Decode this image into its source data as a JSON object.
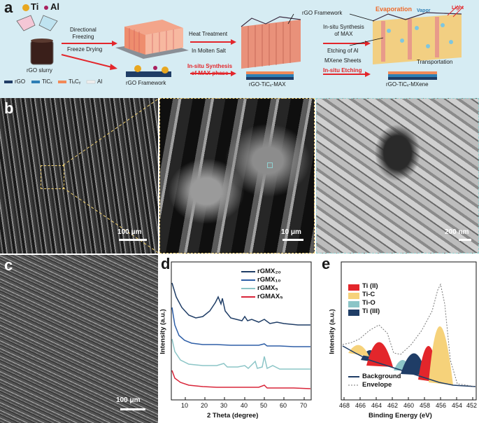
{
  "panels": {
    "a": "a",
    "b": "b",
    "c": "c",
    "d": "d",
    "e": "e"
  },
  "scheme": {
    "ti_label": "Ti",
    "al_label": "Al",
    "slurry_label": "rGO slurry",
    "directional_freezing": "Directional\nFreezing",
    "freeze_drying": "Freeze Drying",
    "rgo_framework_bottom": "rGO Framework",
    "heat_treatment": "Heat Treatment",
    "in_molten_salt": "In Molten Salt",
    "insitu_max_red": "In-situ Synthesis\nof MAX phase",
    "rgo_tic_max": "rGO-TiCₓ-MAX",
    "rgo_framework_callout": "rGO Framework",
    "insitu_max_black": "In-situ Synthesis\nof MAX",
    "etching_al": "Etching of Al",
    "mxene_sheets": "MXene Sheets",
    "insitu_etching": "In-situ Etching",
    "evaporation": "Evaporation",
    "vapor": "Vapor",
    "light": "Light",
    "transportation": "Transportation",
    "rgo_tic_mxene": "rGO-TiCₓ-MXene",
    "legend": [
      "rGO",
      "TiCₓ",
      "TiₓCᵧ",
      "Al"
    ],
    "colors": {
      "bg": "#d6ecf3",
      "arrow_red": "#e3262b",
      "rgo": "#1f3d66",
      "tic": "#2e7fb5",
      "tixcy": "#f28a58",
      "al": "#e6e6e6",
      "ti_ball": "#e8a720",
      "al_ball": "#a8205e"
    }
  },
  "micrographs": {
    "b1_scale": "100 μm",
    "b2_scale": "10 μm",
    "b3_scale": "200 nm",
    "c_scale": "100 μm"
  },
  "xrd": {
    "legend": [
      {
        "name": "rGMX₂₀",
        "color": "#1f3d66"
      },
      {
        "name": "rGMX₁₀",
        "color": "#2f5fa7"
      },
      {
        "name": "rGMX₅",
        "color": "#8cc5c7"
      },
      {
        "name": "rGMAX₅",
        "color": "#d9263a"
      }
    ],
    "xlabel": "2 Theta (degree)",
    "ylabel": "Intensity (a.u.)",
    "xticks": [
      "10",
      "20",
      "30",
      "40",
      "50",
      "60",
      "70"
    ]
  },
  "xps": {
    "legend": [
      {
        "name": "Ti (II)",
        "color": "#e3262b"
      },
      {
        "name": "Ti-C",
        "color": "#f6d27a"
      },
      {
        "name": "Ti-O",
        "color": "#8cc5c7"
      },
      {
        "name": "Ti (III)",
        "color": "#1f3d66"
      }
    ],
    "background_label": "Background",
    "envelope_label": "Envelope",
    "xlabel": "Binding Energy (eV)",
    "ylabel": "Intensity (a.u.)",
    "xticks": [
      "468",
      "466",
      "464",
      "462",
      "460",
      "458",
      "456",
      "454",
      "452"
    ]
  }
}
